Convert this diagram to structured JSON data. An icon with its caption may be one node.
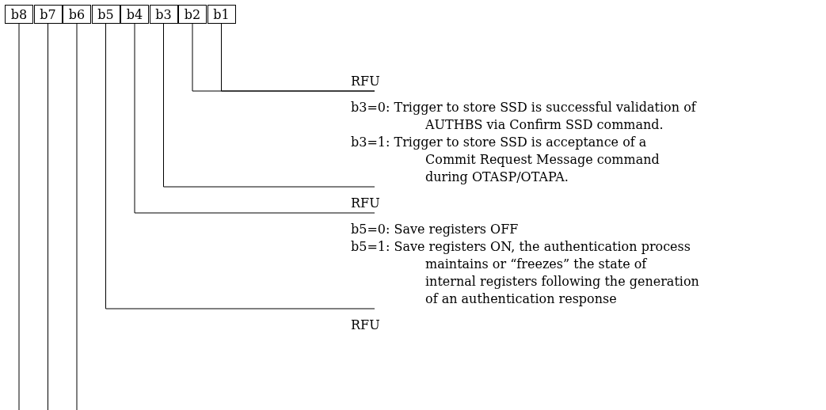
{
  "diagram": {
    "nodes": [
      {
        "text": [
          "b8"
        ]
      },
      {
        "text": [
          "b7"
        ]
      },
      {
        "text": [
          "b6"
        ]
      },
      {
        "text": [
          "b5"
        ]
      },
      {
        "text": [
          "b4"
        ]
      },
      {
        "text": [
          "b3"
        ]
      },
      {
        "text": [
          "b2"
        ]
      },
      {
        "text": [
          "b1"
        ]
      },
      {
        "text": [
          "RFU"
        ]
      },
      {
        "text": [
          "b3=0: Trigger to store SSD is successful validation of AUTHBS via Confirm SSD command.",
          "b3=1: Trigger to store SSD is acceptance of a Commit Request Message command during OTASP/OTAPA."
        ]
      },
      {
        "text": [
          "RFU"
        ]
      },
      {
        "text": [
          "b5=0: Save registers OFF",
          "b5=1: Save registers ON, the authentication process maintains or “freezes” the state of internal registers following the generation of an authentication response"
        ]
      },
      {
        "text": [
          "RFU"
        ]
      }
    ],
    "edges": [
      {
        "from": 6,
        "to": 8,
        "arrow": "none"
      },
      {
        "from": 7,
        "to": 8,
        "arrow": "none"
      },
      {
        "from": 5,
        "to": 9,
        "arrow": "none"
      },
      {
        "from": 4,
        "to": 10,
        "arrow": "none"
      },
      {
        "from": 3,
        "to": 11,
        "arrow": "none"
      },
      {
        "from": 0,
        "to": null,
        "arrow": "none"
      },
      {
        "from": 1,
        "to": null,
        "arrow": "none"
      },
      {
        "from": 2,
        "to": null,
        "arrow": "none"
      }
    ]
  }
}
